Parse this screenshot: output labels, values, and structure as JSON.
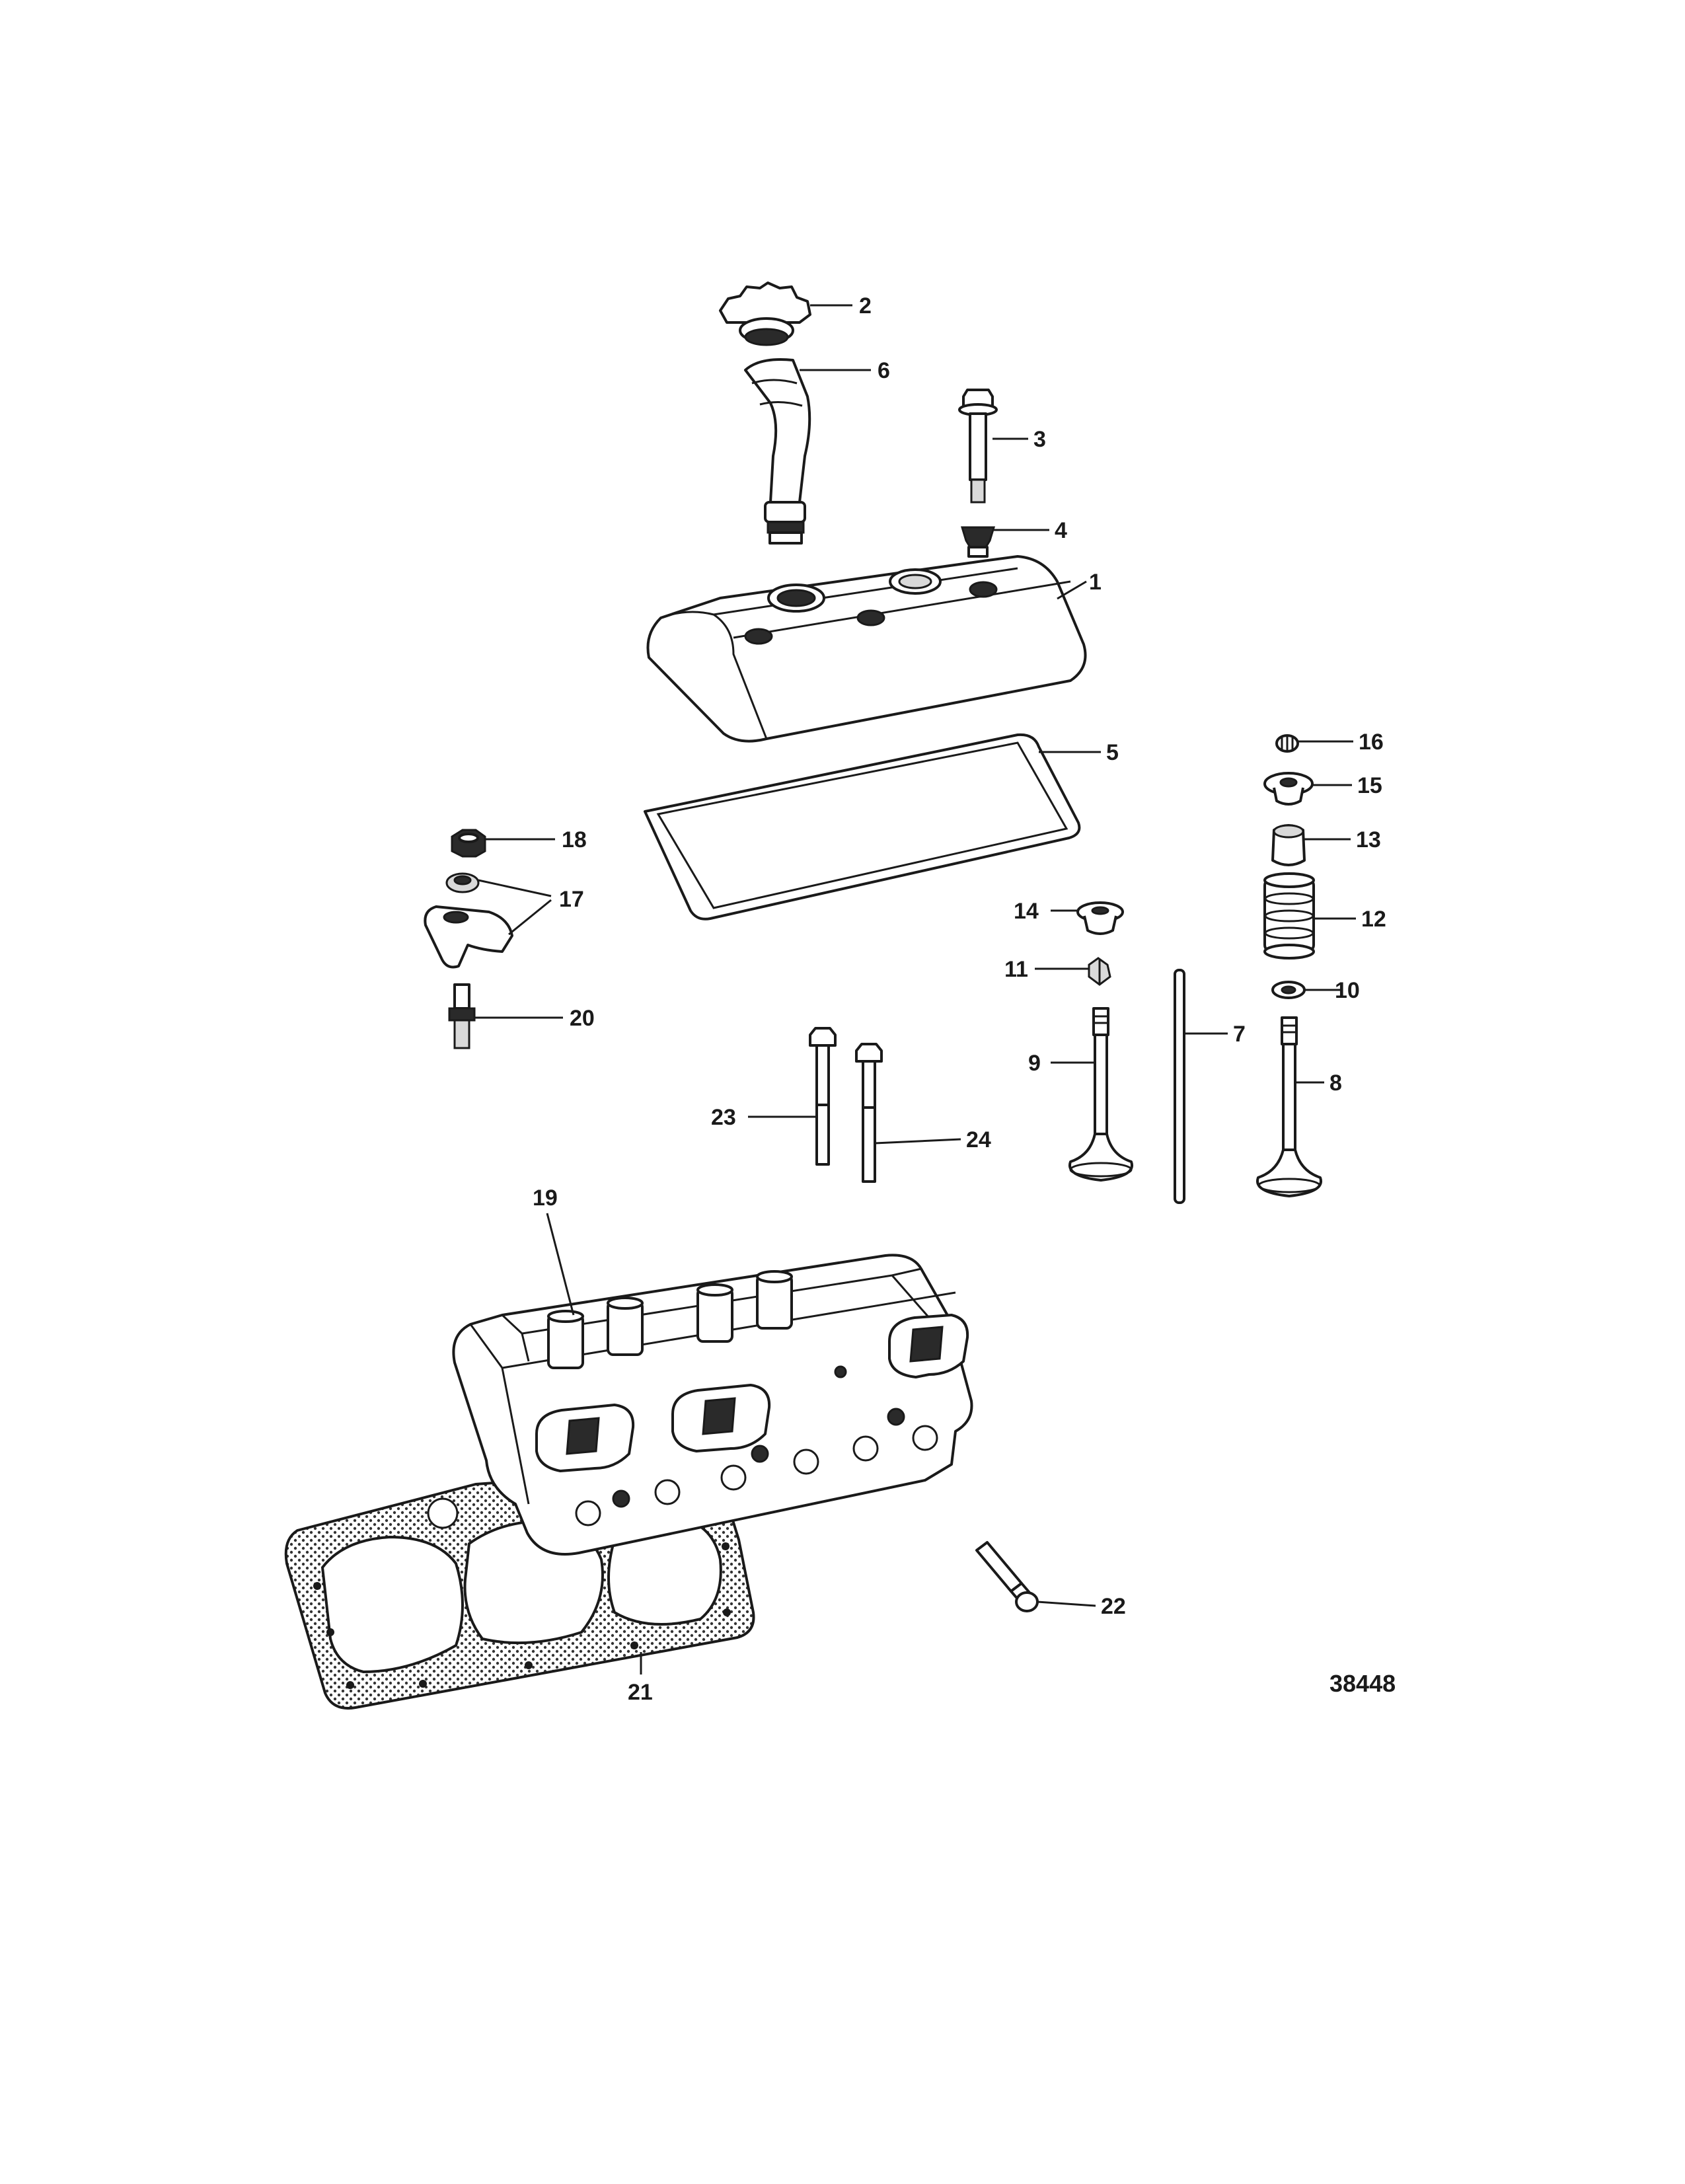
{
  "figure_number": "38448",
  "callouts": {
    "c1": "1",
    "c2": "2",
    "c3": "3",
    "c4": "4",
    "c5": "5",
    "c6": "6",
    "c7": "7",
    "c8": "8",
    "c9": "9",
    "c10": "10",
    "c11": "11",
    "c12": "12",
    "c13": "13",
    "c14": "14",
    "c15": "15",
    "c16": "16",
    "c17": "17",
    "c18": "18",
    "c19": "19",
    "c20": "20",
    "c21": "21",
    "c22": "22",
    "c23": "23",
    "c24": "24"
  }
}
